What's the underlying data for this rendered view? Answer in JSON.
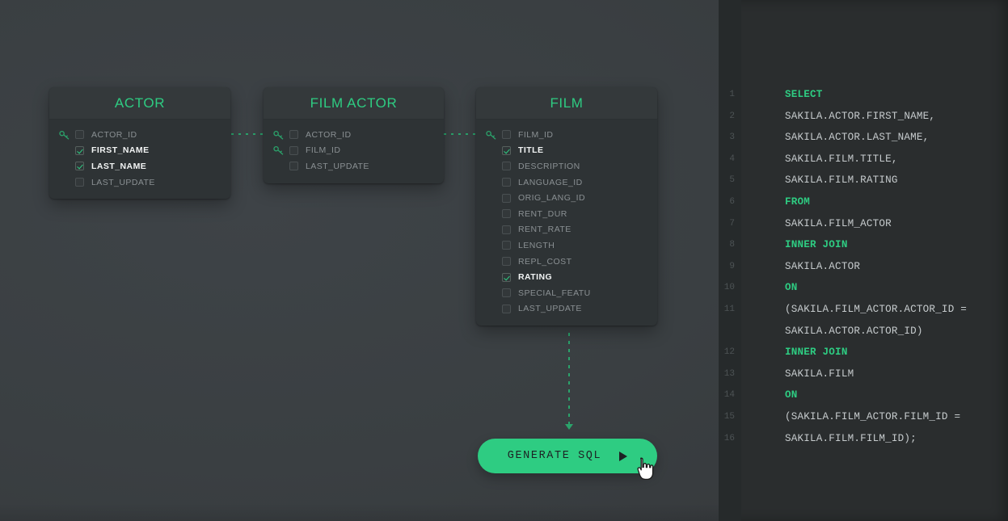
{
  "app": {
    "background_color": "#3a3f42",
    "accent_color": "#2ecc82",
    "panel_color": "#2a2d2e"
  },
  "canvas": {
    "tables": [
      {
        "name": "ACTOR",
        "title": "ACTOR",
        "columns": [
          {
            "label": "ACTOR_ID",
            "checked": false,
            "primary_key": true
          },
          {
            "label": "FIRST_NAME",
            "checked": true,
            "primary_key": false
          },
          {
            "label": "LAST_NAME",
            "checked": true,
            "primary_key": false
          },
          {
            "label": "LAST_UPDATE",
            "checked": false,
            "primary_key": false
          }
        ]
      },
      {
        "name": "FILM ACTOR",
        "title": "FILM ACTOR",
        "columns": [
          {
            "label": "ACTOR_ID",
            "checked": false,
            "primary_key": true
          },
          {
            "label": "FILM_ID",
            "checked": false,
            "primary_key": true
          },
          {
            "label": "LAST_UPDATE",
            "checked": false,
            "primary_key": false
          }
        ]
      },
      {
        "name": "FILM",
        "title": "FILM",
        "columns": [
          {
            "label": "FILM_ID",
            "checked": false,
            "primary_key": true
          },
          {
            "label": "TITLE",
            "checked": true,
            "primary_key": false
          },
          {
            "label": "DESCRIPTION",
            "checked": false,
            "primary_key": false
          },
          {
            "label": "LANGUAGE_ID",
            "checked": false,
            "primary_key": false
          },
          {
            "label": "ORIG_LANG_ID",
            "checked": false,
            "primary_key": false
          },
          {
            "label": "RENT_DUR",
            "checked": false,
            "primary_key": false
          },
          {
            "label": "RENT_RATE",
            "checked": false,
            "primary_key": false
          },
          {
            "label": "LENGTH",
            "checked": false,
            "primary_key": false
          },
          {
            "label": "REPL_COST",
            "checked": false,
            "primary_key": false
          },
          {
            "label": "RATING",
            "checked": true,
            "primary_key": false
          },
          {
            "label": "SPECIAL_FEATU",
            "checked": false,
            "primary_key": false
          },
          {
            "label": "LAST_UPDATE",
            "checked": false,
            "primary_key": false
          }
        ]
      }
    ],
    "generate_button": {
      "label": "GENERATE SQL",
      "icon": "play-triangle-icon"
    },
    "cursor": "pointing-hand-cursor"
  },
  "code_panel": {
    "language": "sql",
    "lines": [
      {
        "num": "1",
        "text": "SELECT",
        "keyword": true
      },
      {
        "num": "2",
        "text": "SAKILA.ACTOR.FIRST_NAME,",
        "keyword": false
      },
      {
        "num": "3",
        "text": "SAKILA.ACTOR.LAST_NAME,",
        "keyword": false
      },
      {
        "num": "4",
        "text": "SAKILA.FILM.TITLE,",
        "keyword": false
      },
      {
        "num": "5",
        "text": "SAKILA.FILM.RATING",
        "keyword": false
      },
      {
        "num": "6",
        "text": "FROM",
        "keyword": true
      },
      {
        "num": "7",
        "text": "SAKILA.FILM_ACTOR",
        "keyword": false
      },
      {
        "num": "8",
        "text": "INNER JOIN",
        "keyword": true
      },
      {
        "num": "9",
        "text": "SAKILA.ACTOR",
        "keyword": false
      },
      {
        "num": "10",
        "text": "ON",
        "keyword": true
      },
      {
        "num": "11",
        "text": "(SAKILA.FILM_ACTOR.ACTOR_ID =\nSAKILA.ACTOR.ACTOR_ID)",
        "keyword": false
      },
      {
        "num": "12",
        "text": "INNER JOIN",
        "keyword": true
      },
      {
        "num": "13",
        "text": "SAKILA.FILM",
        "keyword": false
      },
      {
        "num": "14",
        "text": "ON",
        "keyword": true
      },
      {
        "num": "15",
        "text": "(SAKILA.FILM_ACTOR.FILM_ID =",
        "keyword": false
      },
      {
        "num": "16",
        "text": "SAKILA.FILM.FILM_ID);",
        "keyword": false
      }
    ]
  }
}
